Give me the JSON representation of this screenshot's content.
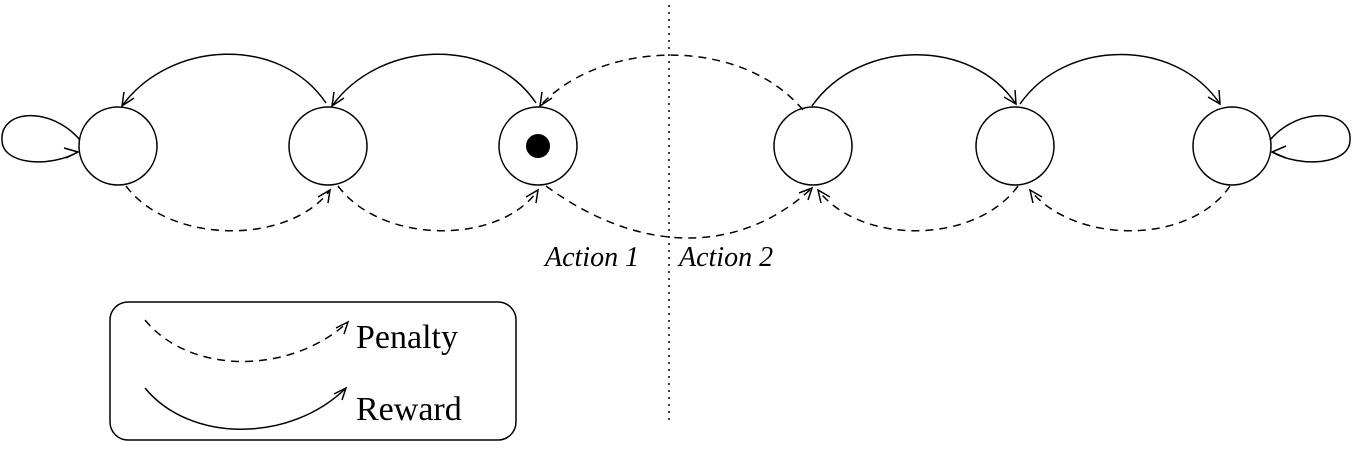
{
  "labels": {
    "action1": "Action 1",
    "action2": "Action 2"
  },
  "legend": {
    "penalty": "Penalty",
    "reward": "Reward"
  },
  "states": [
    {
      "id": "s1",
      "current": false
    },
    {
      "id": "s2",
      "current": false
    },
    {
      "id": "s3",
      "current": true
    },
    {
      "id": "s4",
      "current": false
    },
    {
      "id": "s5",
      "current": false
    },
    {
      "id": "s6",
      "current": false
    }
  ],
  "colors": {
    "ink": "#000000",
    "background": "#ffffff"
  }
}
